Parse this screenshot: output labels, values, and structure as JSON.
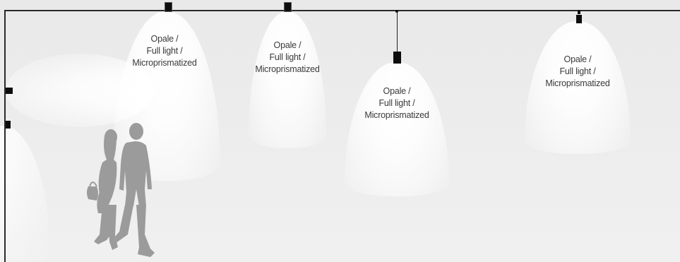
{
  "lights": [
    {
      "lines": [
        "Opale /",
        "Full light /",
        "Microprismatized"
      ]
    },
    {
      "lines": [
        "Opale /",
        "Full light /",
        "Microprismatized"
      ]
    },
    {
      "lines": [
        "Opale /",
        "Full light /",
        "Microprismatized"
      ]
    },
    {
      "lines": [
        "Opale /",
        "Full light /",
        "Microprismatized"
      ]
    }
  ],
  "colors": {
    "background": "#ebebeb",
    "fixture": "#0d0d0d",
    "silhouette": "#9a9a9a",
    "label": "#3a3a3a"
  },
  "icons": [
    "people-silhouette-icon",
    "fixture-icon"
  ]
}
